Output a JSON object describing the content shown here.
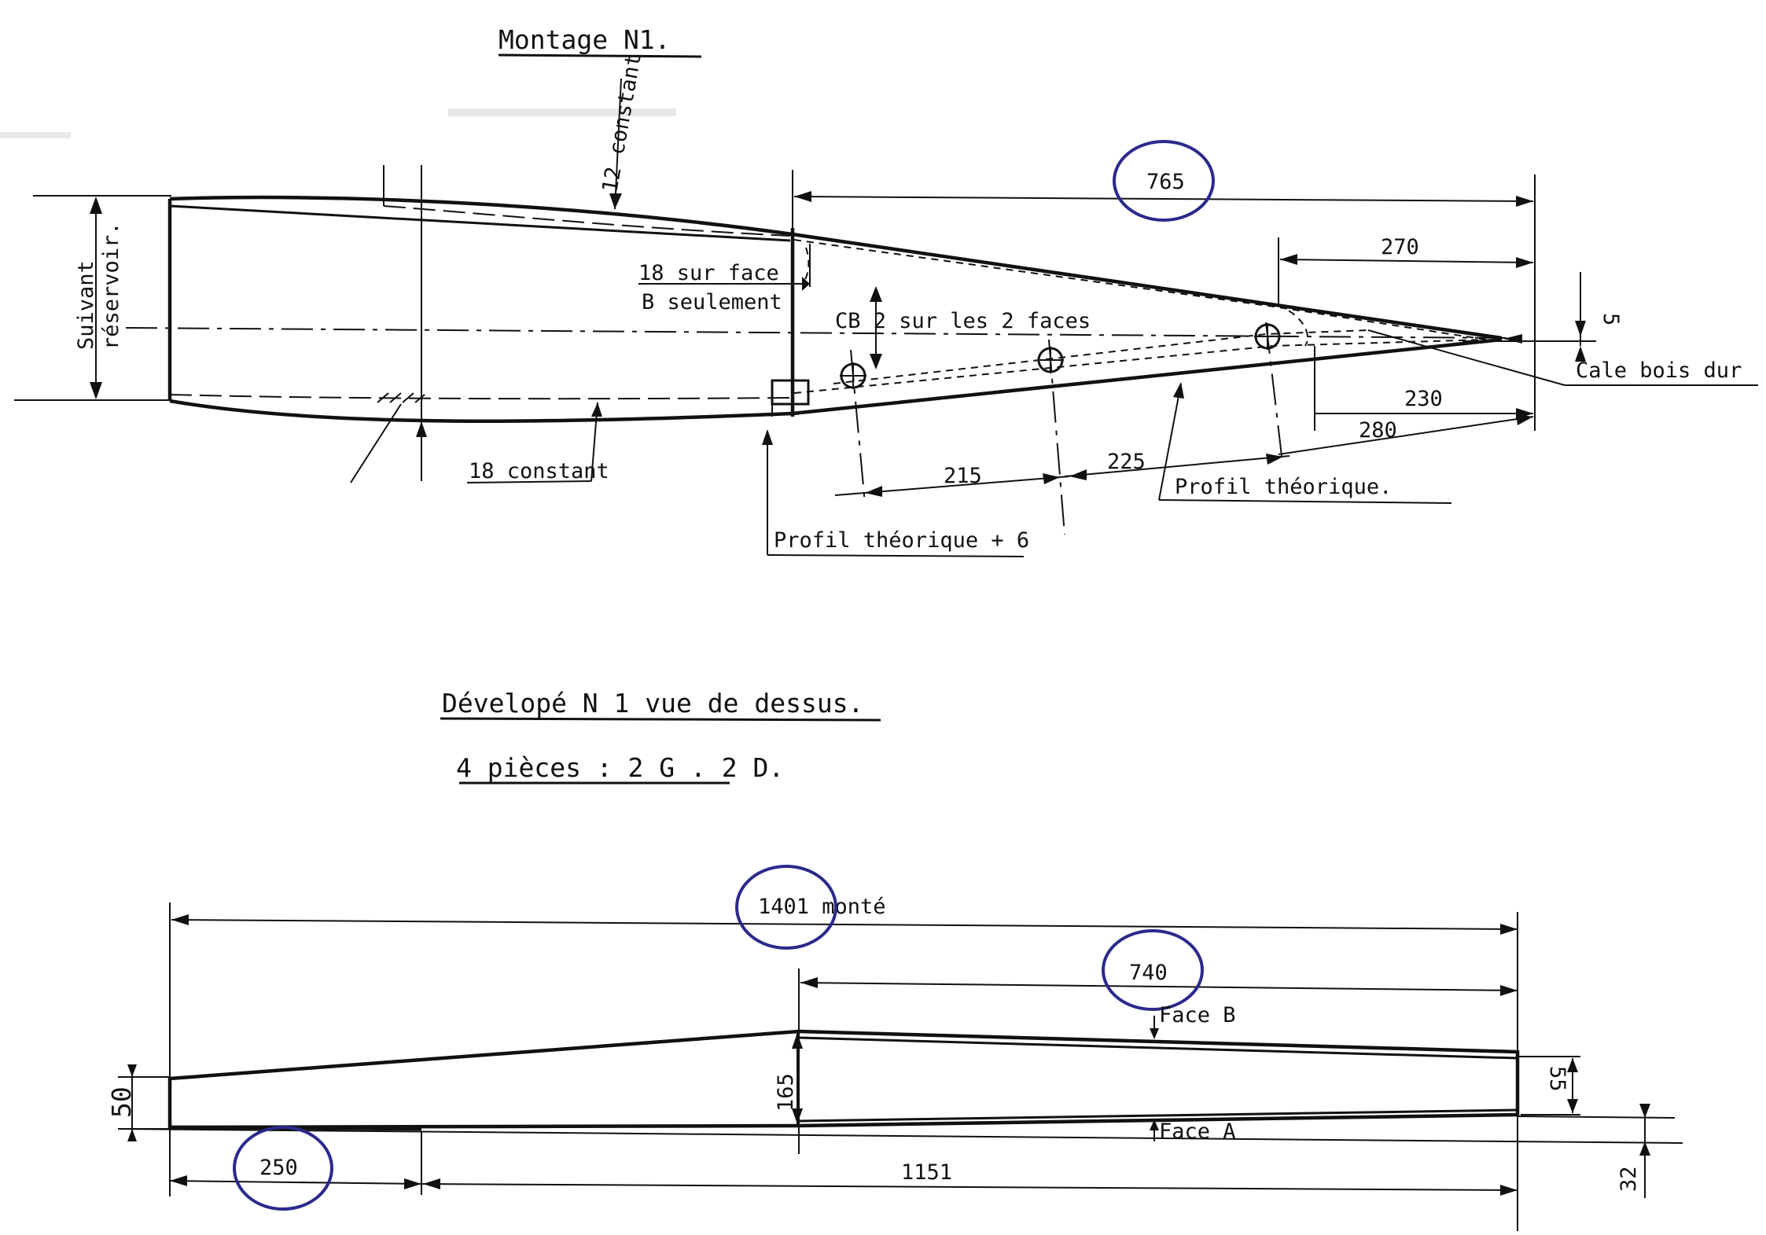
{
  "top_view": {
    "title": "Montage  N1.",
    "side_label_line1": "Suivant",
    "side_label_line2": "réservoir.",
    "thickness_top": "12 constant",
    "face_b_line1": "18 sur face",
    "face_b_line2": "B seulement",
    "cb_note": "CB 2 sur les 2 faces",
    "thickness_bottom": "18 constant",
    "dim_765": "765",
    "dim_270": "270",
    "dim_5": "5",
    "wedge_label": "Cale bois dur",
    "dim_230": "230",
    "dim_280": "280",
    "dim_215": "215",
    "dim_225": "225",
    "profile_theoretical": "Profil théorique.",
    "profile_theoretical_plus": "Profil théorique + 6"
  },
  "development": {
    "title": "Dévelopé  N 1  vue  de  dessus.",
    "pieces": "4 pièces :  2 G . 2 D.",
    "dim_1401": "1401 monté",
    "dim_740": "740",
    "face_b": "Face B",
    "face_a": "Face A",
    "dim_50": "50",
    "dim_165": "165",
    "dim_55": "55",
    "dim_32": "32",
    "dim_250": "250",
    "dim_1151": "1151"
  },
  "colors": {
    "ink": "#111111",
    "highlight_circle": "#2a2a8c",
    "paper": "#ffffff"
  }
}
